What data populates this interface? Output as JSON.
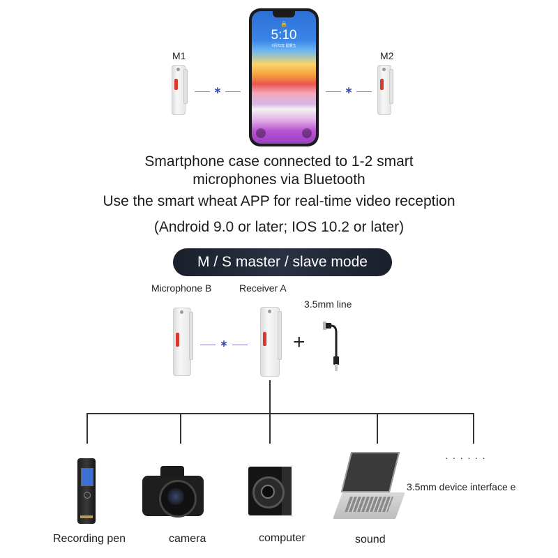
{
  "phone": {
    "time": "5:10",
    "date": "6月22日 星期五"
  },
  "top": {
    "mic1_label": "M1",
    "mic2_label": "M2",
    "bluetooth_symbol": "∗",
    "caption_line1": "Smartphone case connected to 1-2 smart",
    "caption_line2": "microphones via Bluetooth",
    "caption_line3": "Use the smart wheat APP for real-time video reception",
    "caption_line4": "(Android 9.0 or later; IOS 10.2 or later)"
  },
  "mode": {
    "title": "M / S master / slave mode"
  },
  "middle": {
    "mic_b_label": "Microphone B",
    "receiver_label": "Receiver A",
    "cable_label": "3.5mm line",
    "plus": "+"
  },
  "devices": [
    {
      "label": "Recording pen"
    },
    {
      "label": "camera"
    },
    {
      "label": "computer"
    },
    {
      "label": "sound"
    },
    {
      "label": "3.5mm device interface e"
    }
  ],
  "colors": {
    "pill": "#1f2431",
    "accent_red": "#d63a2e",
    "link": "#8a7bc6"
  }
}
